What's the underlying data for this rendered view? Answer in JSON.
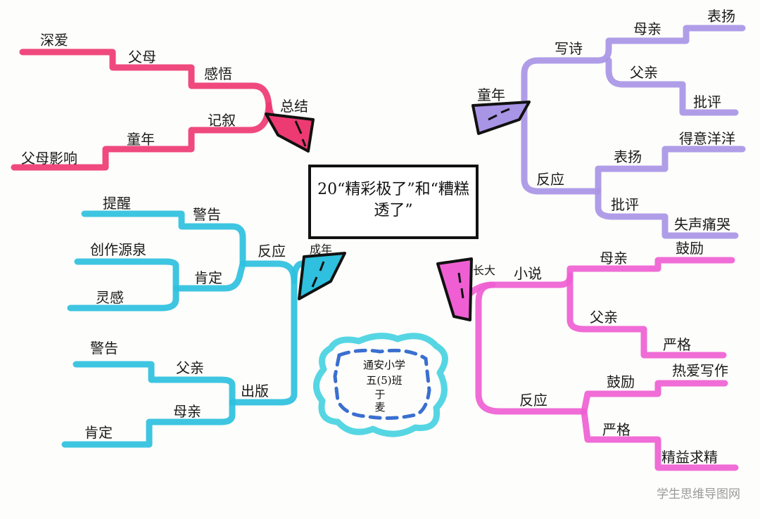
{
  "central_title": [
    "20“精彩极了”和“糟糕",
    "透了”"
  ],
  "author_sign": [
    "通安小学",
    "五(5)班",
    "于",
    "麦"
  ],
  "watermark": "学生思维导图网",
  "colors": {
    "red": "#ee3a73",
    "purple": "#a995e6",
    "blue": "#2ec0de",
    "pink": "#ef5fd3",
    "cloud": "#56d6e3",
    "cloud_dash": "#3a6fd0"
  },
  "red_branch": {
    "hub": "总结",
    "summary": "感悟",
    "summary_children": [
      "深爱",
      "父母"
    ],
    "narrate": "记叙",
    "narrate_children": [
      "童年",
      "父母影响"
    ]
  },
  "purple_branch": {
    "hub": "童年",
    "poem": "写诗",
    "mother": "母亲",
    "mother_reaction": "表扬",
    "father": "父亲",
    "father_reaction": "批评",
    "reaction": "反应",
    "praise": "表扬",
    "praise_result": "得意洋洋",
    "criticism": "批评",
    "criticism_result": "失声痛哭"
  },
  "blue_branch": {
    "hub": "成年",
    "reaction": "反应",
    "warning": "警告",
    "warning_child": "提醒",
    "affirm": "肯定",
    "affirm_children": [
      "创作源泉",
      "灵感"
    ],
    "publish": "出版",
    "father": "父亲",
    "father_child": "警告",
    "mother": "母亲",
    "mother_child": "肯定"
  },
  "pink_branch": {
    "hub": "长大",
    "novel": "小说",
    "mother": "母亲",
    "mother_reaction": "鼓励",
    "father": "父亲",
    "father_reaction": "严格",
    "reaction": "反应",
    "encourage": "鼓励",
    "encourage_result": "热爱写作",
    "strict": "严格",
    "strict_result": "精益求精"
  }
}
